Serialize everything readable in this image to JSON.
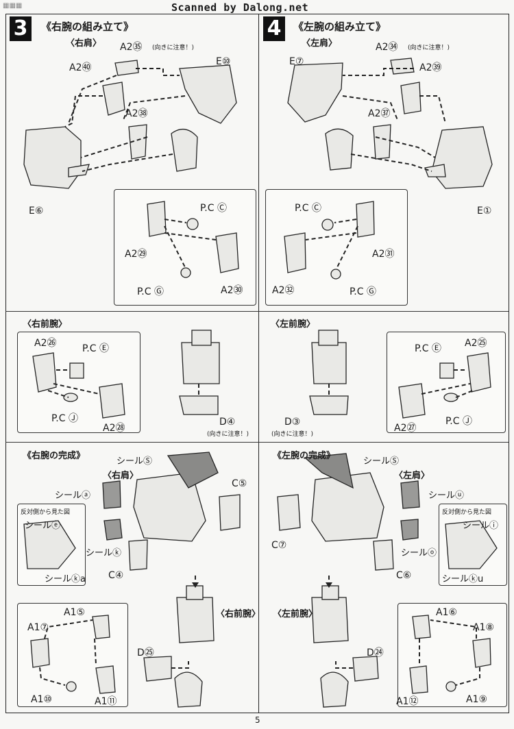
{
  "header": {
    "watermark": "Scanned by Dalong.net",
    "page_number": "5"
  },
  "step3": {
    "number": "3",
    "title": "《右腕の組み立て》",
    "shoulder_heading": "〈右肩〉",
    "parts": {
      "a2_35": "A2㉟",
      "a2_35_note": "(向きに注意！)",
      "a2_40": "A2㊵",
      "e10": "E⑩",
      "a2_38": "A2㊳",
      "e6": "E⑥",
      "pc_c": "P.C Ⓒ",
      "a2_29": "A2㉙",
      "a2_30": "A2㉚",
      "pc_g": "P.C Ⓖ"
    },
    "forearm_heading": "〈右前腕〉",
    "forearm_parts": {
      "a2_26": "A2㉖",
      "pc_e": "P.C Ⓔ",
      "pc_j": "P.C Ⓙ",
      "a2_28": "A2㉘",
      "d4": "D④",
      "d4_note": "(向きに注意！)"
    },
    "complete_heading": "《右腕の完成》",
    "complete_parts": {
      "seal_su": "シールⓈ",
      "shoulder": "〈右肩〉",
      "c5": "C⑤",
      "seal_a": "シールⓐ",
      "opposite_view": "反対側から見た図",
      "seal_e": "シールⓔ",
      "seal_ki": "シールⓚ",
      "c4": "C④",
      "seal_ka": "シールⓚa",
      "forearm": "〈右前腕〉",
      "a1_5": "A1⑤",
      "a1_7": "A1⑦",
      "d25": "D㉕",
      "a1_10": "A1⑩",
      "a1_11": "A1⑪"
    }
  },
  "step4": {
    "number": "4",
    "title": "《左腕の組み立て》",
    "shoulder_heading": "〈左肩〉",
    "parts": {
      "e7": "E⑦",
      "a2_34": "A2㉞",
      "a2_34_note": "(向きに注意！)",
      "a2_39": "A2㊴",
      "a2_37": "A2㊲",
      "e1": "E①",
      "pc_c": "P.C Ⓒ",
      "a2_31": "A2㉛",
      "a2_32": "A2㉜",
      "pc_g": "P.C Ⓖ"
    },
    "forearm_heading": "〈左前腕〉",
    "forearm_parts": {
      "pc_e": "P.C Ⓔ",
      "a2_25": "A2㉕",
      "d3": "D③",
      "d3_note": "(向きに注意！)",
      "pc_j": "P.C Ⓙ",
      "a2_27": "A2㉗"
    },
    "complete_heading": "《左腕の完成》",
    "complete_parts": {
      "seal_su": "シールⓈ",
      "shoulder": "〈左肩〉",
      "seal_u": "シールⓤ",
      "c7": "C⑦",
      "opposite_view": "反対側から見た図",
      "seal_i": "シールⓘ",
      "seal_o": "シールⓞ",
      "c6": "C⑥",
      "seal_ku": "シールⓚu",
      "forearm": "〈左前腕〉",
      "a1_6": "A1⑥",
      "a1_8": "A1⑧",
      "d24": "D㉔",
      "a1_12": "A1⑫",
      "a1_9": "A1⑨"
    }
  }
}
